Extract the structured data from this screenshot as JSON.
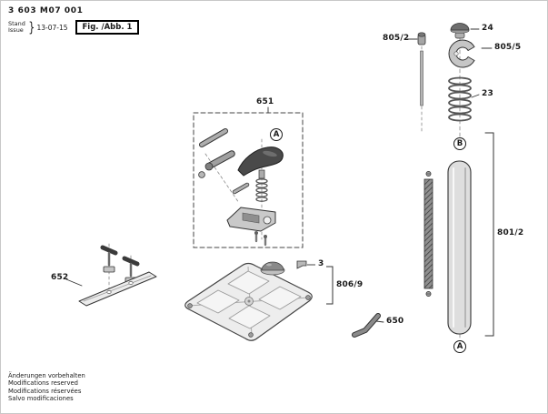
{
  "header": {
    "part_number": "3 603 M07 001",
    "stand_label": "Stand",
    "issue_label": "Issue",
    "brace": "}",
    "issue_date": "13-07-15",
    "figure_label": "Fig. /Abb. 1"
  },
  "callouts": {
    "clamp_assembly": "651",
    "depth_stop": "652",
    "bracket": "3",
    "base_plate": "806/9",
    "allen_key": "650",
    "clamp_pin": "805/2",
    "clamp_hook": "805/5",
    "cap": "24",
    "spring": "23",
    "column": "801/2"
  },
  "ref_markers": {
    "a": "A",
    "b": "B"
  },
  "footer": {
    "lines": [
      "Änderungen vorbehalten",
      "Modifications reserved",
      "Modifications réservées",
      "Salvo modificaciones"
    ]
  },
  "colors": {
    "ink": "#1a1a1a",
    "metal_dark": "#4a4a4a",
    "metal_mid": "#9a9a9a",
    "metal_light": "#dedede"
  }
}
